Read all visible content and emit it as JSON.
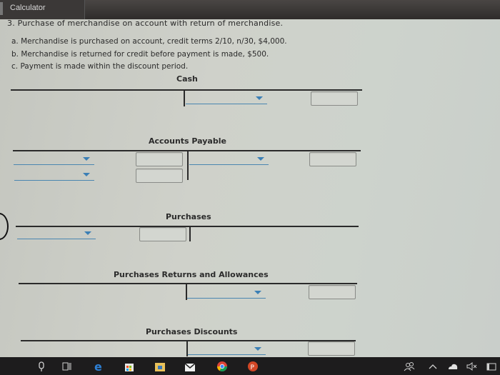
{
  "window": {
    "title": "Calculator"
  },
  "question": {
    "title": "3. Purchase of merchandise on account with return of merchandise.",
    "items": [
      "a. Merchandise is purchased on account, credit terms 2/10, n/30, $4,000.",
      "b. Merchandise is returned for credit before payment is made, $500.",
      "c. Payment is made within the discount period."
    ]
  },
  "accounts": [
    {
      "name": "Cash",
      "left": {
        "dropdowns": [],
        "amounts": []
      },
      "right": {
        "dropdowns": [
          ""
        ],
        "amounts": [
          ""
        ]
      }
    },
    {
      "name": "Accounts Payable",
      "left": {
        "dropdowns": [
          "",
          ""
        ],
        "amounts": [
          "",
          ""
        ]
      },
      "right": {
        "dropdowns": [
          ""
        ],
        "amounts": [
          ""
        ]
      }
    },
    {
      "name": "Purchases",
      "left": {
        "dropdowns": [
          ""
        ],
        "amounts": [
          ""
        ]
      },
      "right": {
        "dropdowns": [],
        "amounts": []
      }
    },
    {
      "name": "Purchases Returns and Allowances",
      "left": {
        "dropdowns": [],
        "amounts": []
      },
      "right": {
        "dropdowns": [
          ""
        ],
        "amounts": [
          ""
        ]
      }
    },
    {
      "name": "Purchases Discounts",
      "left": {
        "dropdowns": [],
        "amounts": []
      },
      "right": {
        "dropdowns": [
          ""
        ],
        "amounts": [
          ""
        ]
      }
    }
  ],
  "taskbar": {
    "icons": [
      "microphone-icon",
      "task-view-icon",
      "edge-icon",
      "store-icon",
      "file-explorer-icon",
      "mail-icon",
      "chrome-icon",
      "powerpoint-icon"
    ],
    "tray": [
      "people-icon",
      "chevron-up-icon",
      "onedrive-icon",
      "volume-muted-icon",
      "action-center-icon"
    ]
  },
  "colors": {
    "dropdown_line": "#4a86b0",
    "dropdown_arrow": "#3b7fb5",
    "taskbar": "#1d1c1d"
  }
}
